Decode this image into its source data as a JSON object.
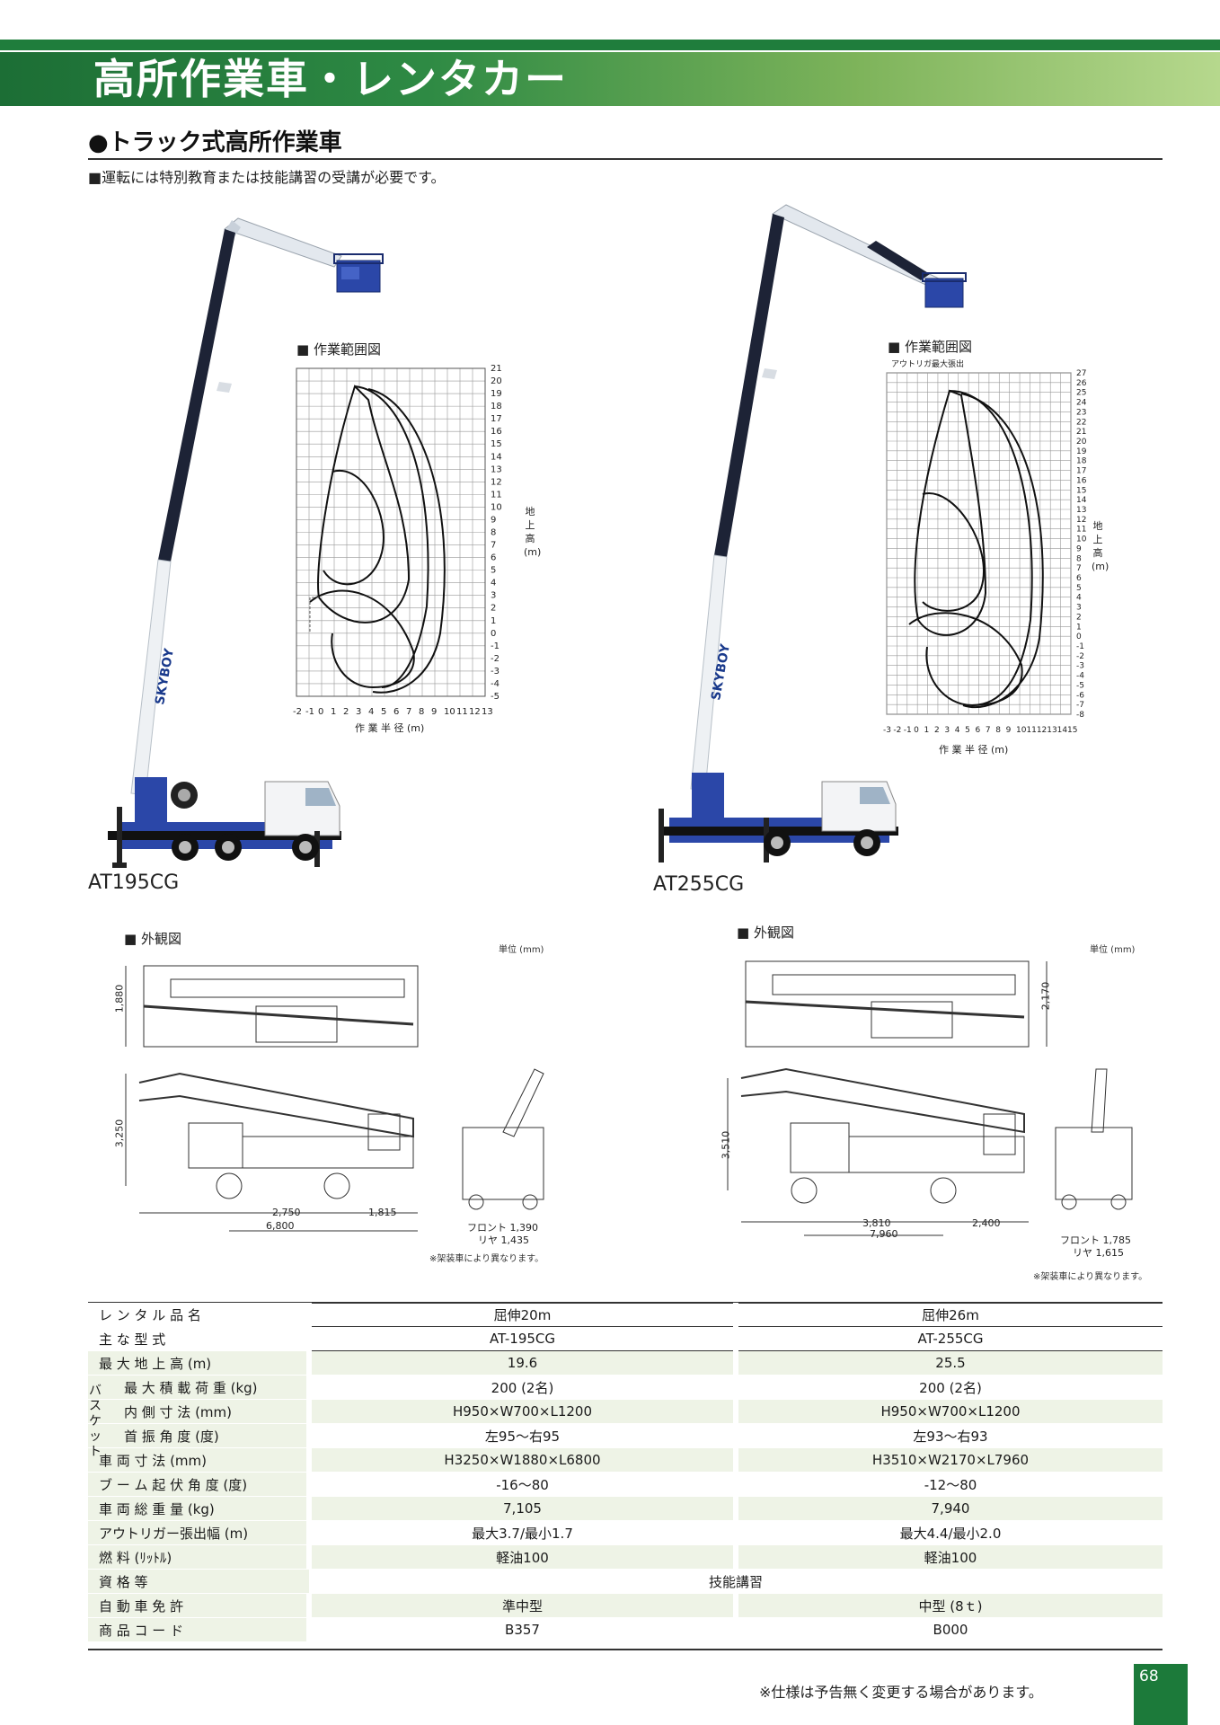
{
  "header": {
    "title": "高所作業車・レンタカー"
  },
  "section": {
    "title": "●トラック式高所作業車",
    "note": "■運転には特別教育または技能講習の受講が必要です。"
  },
  "left": {
    "model": "AT195CG",
    "range_title": "作業範囲図",
    "range_ylabel": "地上高(m)",
    "range_xlabel": "作 業 半 径 (m)",
    "range_yticks": [
      "21",
      "20",
      "19",
      "18",
      "17",
      "16",
      "15",
      "14",
      "13",
      "12",
      "11",
      "10",
      "9",
      "8",
      "7",
      "6",
      "5",
      "4",
      "3",
      "2",
      "1",
      "0",
      "-1",
      "-2",
      "-3",
      "-4",
      "-5"
    ],
    "range_xticks": [
      "-2",
      "-1",
      "0",
      "1",
      "2",
      "3",
      "4",
      "5",
      "6",
      "7",
      "8",
      "9",
      "10",
      "11",
      "12",
      "13"
    ],
    "exterior_title": "外観図",
    "unit": "単位 (mm)",
    "dims": {
      "width": "1,880",
      "height": "3,250",
      "wheelbase": "2,750",
      "rear": "1,815",
      "length": "6,800",
      "front_tread": "フロント 1,390",
      "rear_tread": "リヤ 1,435"
    },
    "exterior_note": "※架装車により異なります。"
  },
  "right": {
    "model": "AT255CG",
    "range_title": "作業範囲図",
    "range_sub": "アウトリガ最大張出",
    "range_ylabel": "地上高(m)",
    "range_xlabel": "作 業 半 径 (m)",
    "range_yticks": [
      "27",
      "26",
      "25",
      "24",
      "23",
      "22",
      "21",
      "20",
      "19",
      "18",
      "17",
      "16",
      "15",
      "14",
      "13",
      "12",
      "11",
      "10",
      "9",
      "8",
      "7",
      "6",
      "5",
      "4",
      "3",
      "2",
      "1",
      "0",
      "-1",
      "-2",
      "-3",
      "-4",
      "-5",
      "-6",
      "-7",
      "-8"
    ],
    "range_xticks": [
      "-3",
      "-2",
      "-1",
      "0",
      "1",
      "2",
      "3",
      "4",
      "5",
      "6",
      "7",
      "8",
      "9",
      "10",
      "11",
      "12",
      "13",
      "14",
      "15"
    ],
    "exterior_title": "外観図",
    "unit": "単位 (mm)",
    "dims": {
      "width": "2,170",
      "height": "3,510",
      "wheelbase": "3,810",
      "rear": "2,400",
      "length": "7,960",
      "front_tread": "フロント 1,785",
      "rear_tread": "リヤ 1,615"
    },
    "exterior_note": "※架装車により異なります。"
  },
  "spec": {
    "rows": [
      {
        "label": "レ ン タ ル 品 名",
        "a": "屈伸20m",
        "b": "屈伸26m"
      },
      {
        "label": "主 な 型 式",
        "a": "AT-195CG",
        "b": "AT-255CG"
      },
      {
        "label": "最 大 地 上 高 (m)",
        "a": "19.6",
        "b": "25.5"
      },
      {
        "label": "最 大 積 載 荷 重 (kg)",
        "a": "200 (2名)",
        "b": "200 (2名)"
      },
      {
        "label": "内 側 寸 法 (mm)",
        "a": "H950×W700×L1200",
        "b": "H950×W700×L1200"
      },
      {
        "label": "首 振 角 度 (度)",
        "a": "左95～右95",
        "b": "左93～右93"
      },
      {
        "label": "車 両 寸 法 (mm)",
        "a": "H3250×W1880×L6800",
        "b": "H3510×W2170×L7960"
      },
      {
        "label": "ブ ー ム 起 伏 角 度 (度)",
        "a": "-16～80",
        "b": "-12～80"
      },
      {
        "label": "車 両 総 重 量 (kg)",
        "a": "7,105",
        "b": "7,940"
      },
      {
        "label": "アウトリガー張出幅 (m)",
        "a": "最大3.7/最小1.7",
        "b": "最大4.4/最小2.0"
      },
      {
        "label": "燃 料 (ﾘｯﾄﾙ)",
        "a": "軽油100",
        "b": "軽油100"
      },
      {
        "label": "資 格 等",
        "merged": "技能講習"
      },
      {
        "label": "自 動 車 免 許",
        "a": "準中型",
        "b": "中型 (8ｔ)"
      },
      {
        "label": "商 品 コ ー ド",
        "a": "B357",
        "b": "B000"
      }
    ],
    "basket_label": "バスケット"
  },
  "footer": {
    "note": "※仕様は予告無く変更する場合があります。",
    "page": "68"
  }
}
